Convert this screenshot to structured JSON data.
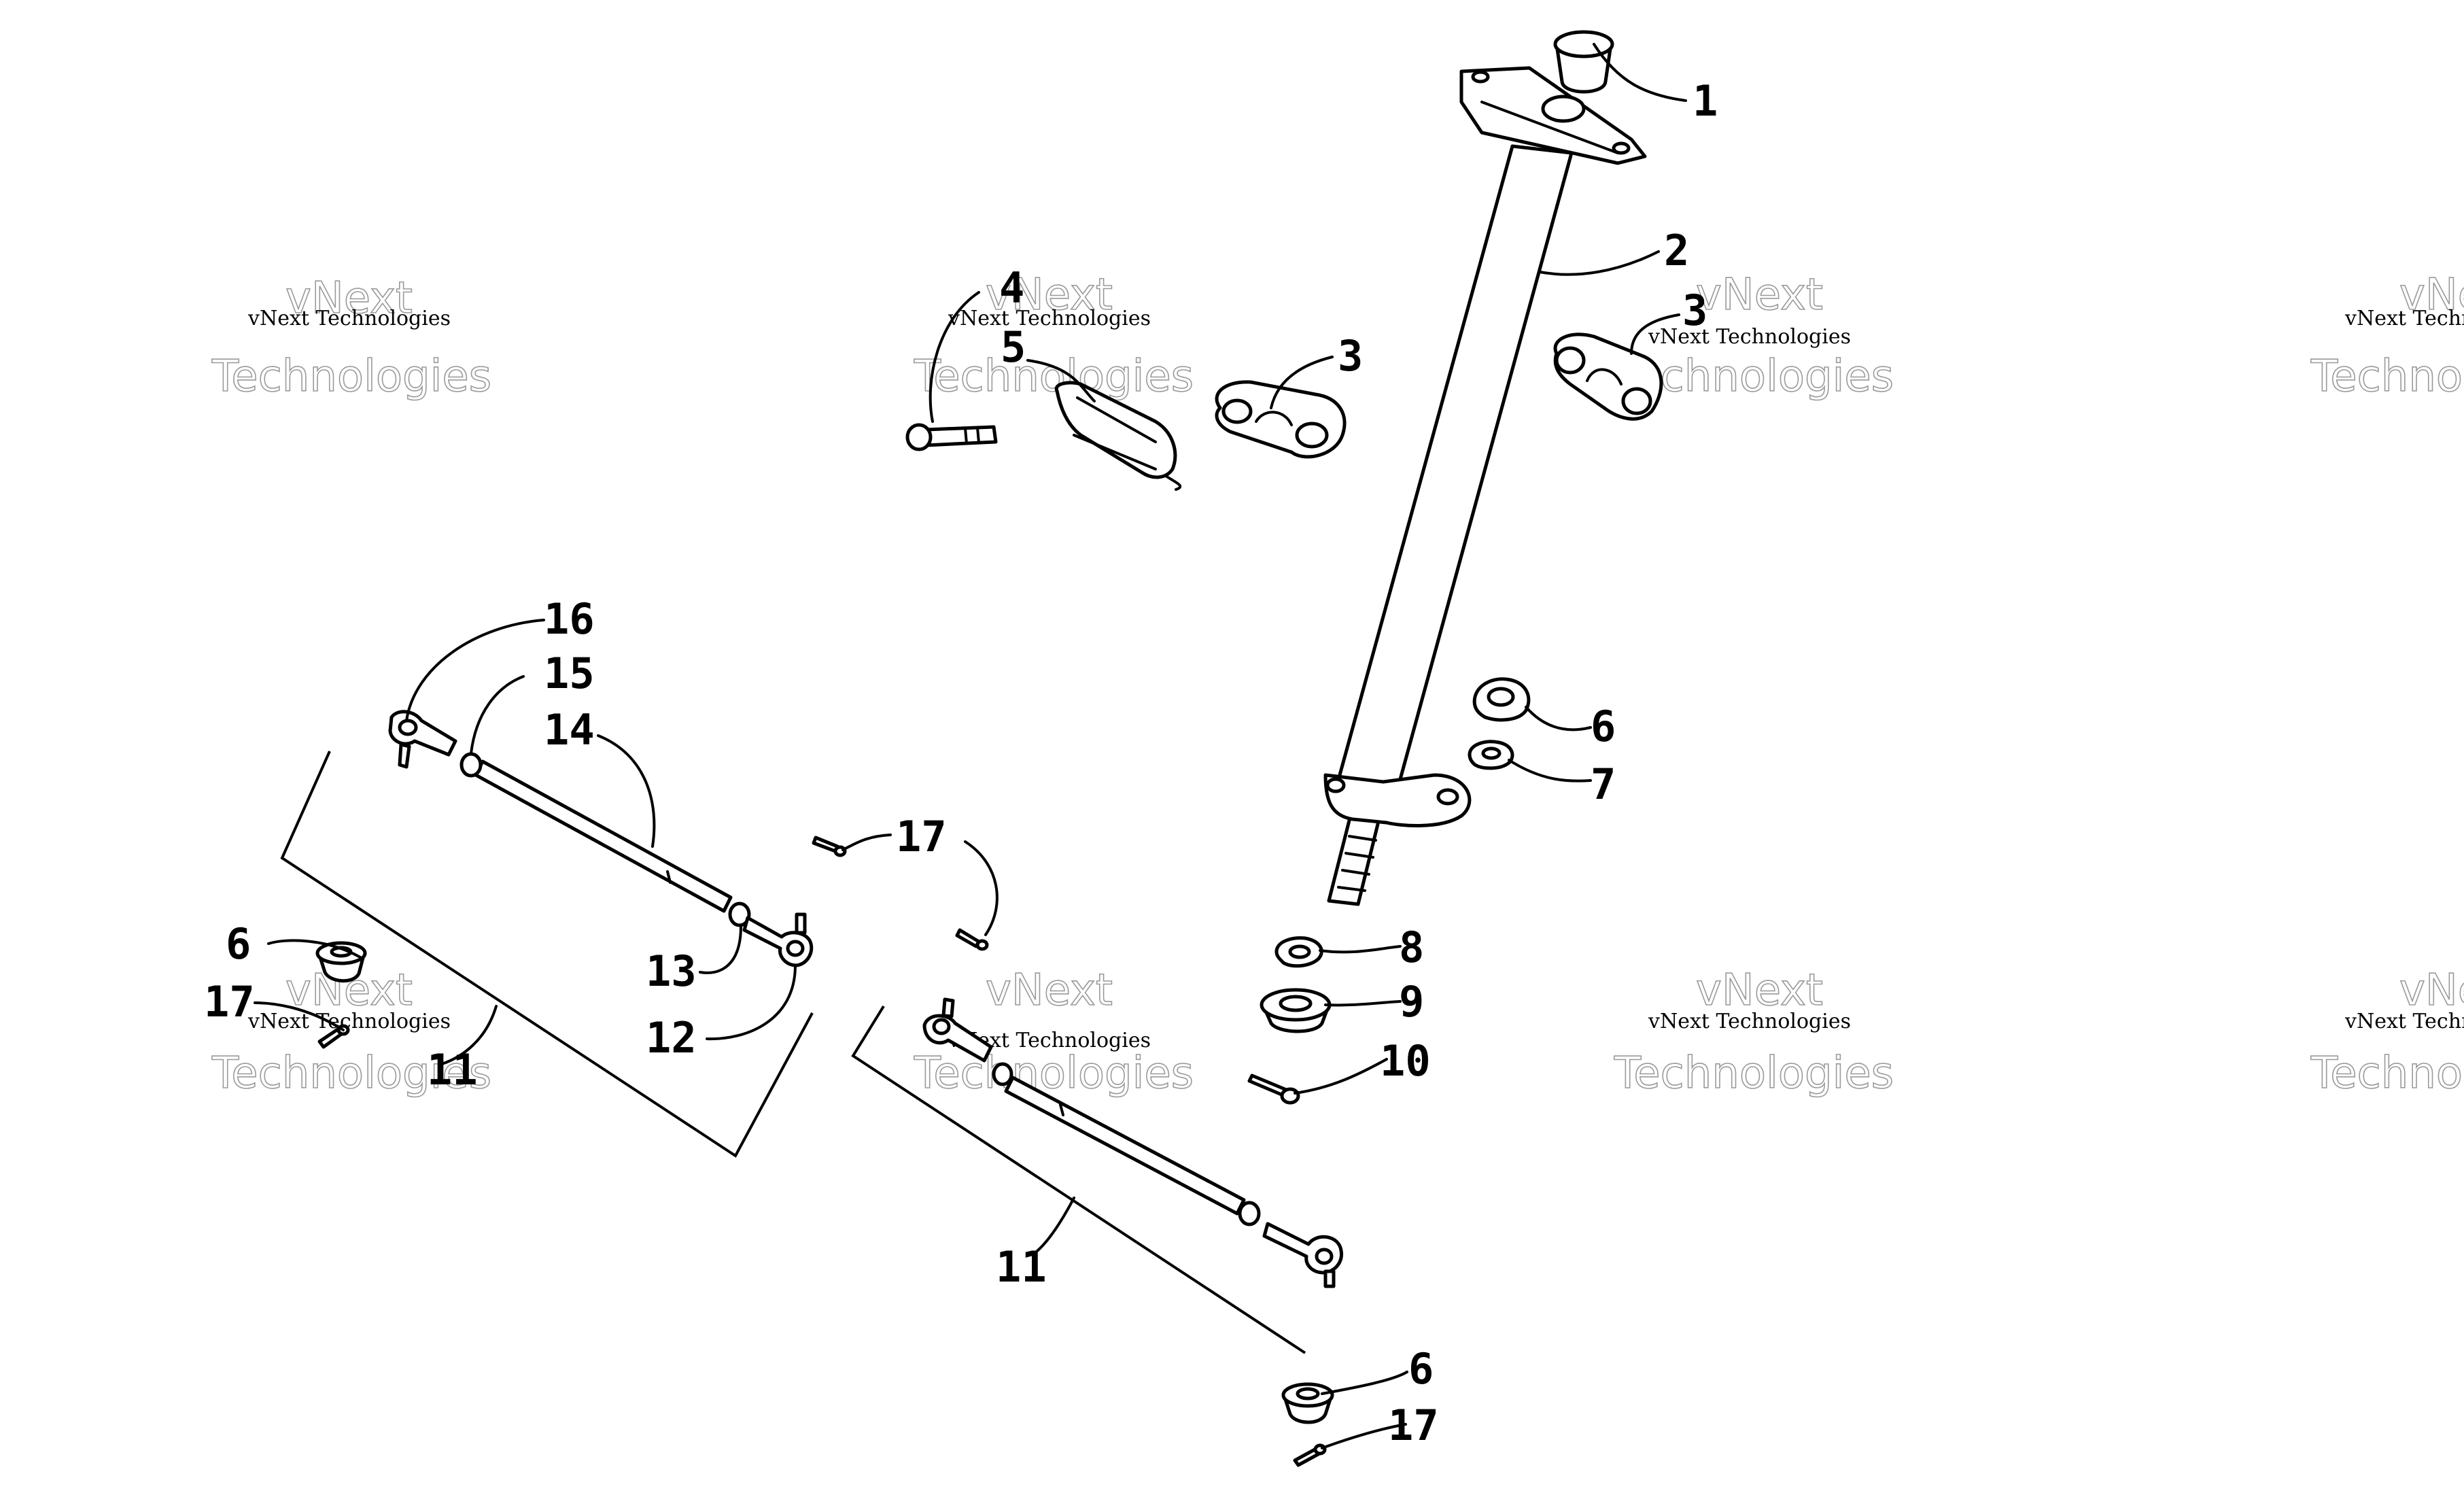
{
  "watermark": {
    "line_small": "vNext Technologies",
    "line_top": "vNext",
    "line_bottom": "Technologies"
  },
  "callouts": {
    "c1": "1",
    "c2": "2",
    "c3a": "3",
    "c3b": "3",
    "c4": "4",
    "c5": "5",
    "c6a": "6",
    "c6b": "6",
    "c6c": "6",
    "c7": "7",
    "c8": "8",
    "c9": "9",
    "c10": "10",
    "c11a": "11",
    "c11b": "11",
    "c12": "12",
    "c13": "13",
    "c14": "14",
    "c15": "15",
    "c16": "16",
    "c17a": "17",
    "c17b": "17",
    "c17c": "17"
  }
}
